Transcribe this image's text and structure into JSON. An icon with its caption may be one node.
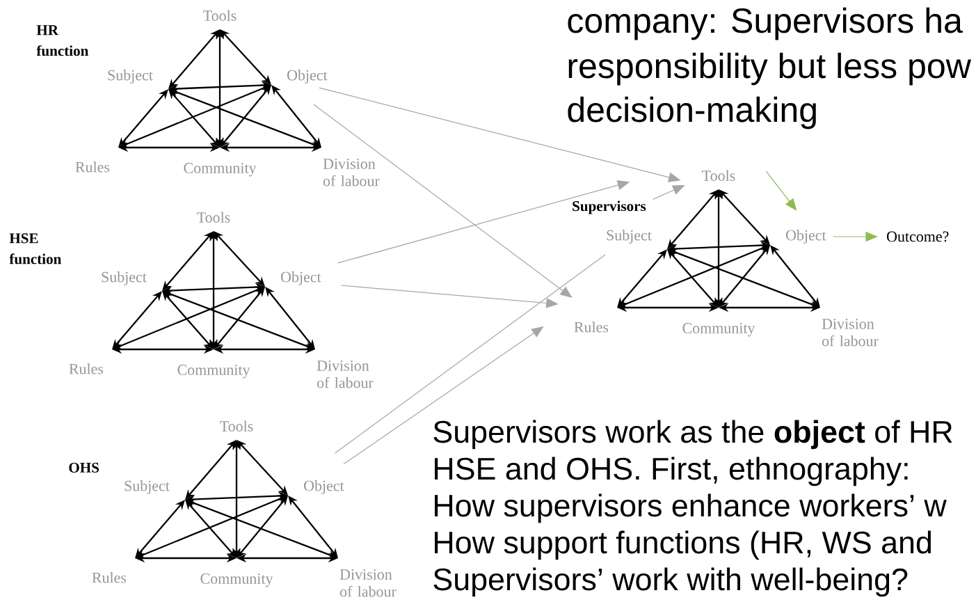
{
  "diagram": {
    "nodes": [
      {
        "text": [
          "Tools"
        ]
      },
      {
        "text": [
          "Subject"
        ]
      },
      {
        "text": [
          "Object"
        ]
      },
      {
        "text": [
          "Rules"
        ]
      },
      {
        "text": [
          "Community"
        ]
      },
      {
        "text": [
          "Division of labour"
        ]
      },
      {
        "text": [
          "Tools"
        ]
      },
      {
        "text": [
          "Subject"
        ]
      },
      {
        "text": [
          "Object"
        ]
      },
      {
        "text": [
          "Rules"
        ]
      },
      {
        "text": [
          "Community"
        ]
      },
      {
        "text": [
          "Division of labour"
        ]
      },
      {
        "text": [
          "Tools"
        ]
      },
      {
        "text": [
          "Subject"
        ]
      },
      {
        "text": [
          "Object"
        ]
      },
      {
        "text": [
          "Rules"
        ]
      },
      {
        "text": [
          "Community"
        ]
      },
      {
        "text": [
          "Division of labour"
        ]
      },
      {
        "text": [
          "Supervisors"
        ]
      },
      {
        "text": [
          "Tools"
        ]
      },
      {
        "text": [
          "Subject"
        ]
      },
      {
        "text": [
          "Object"
        ]
      },
      {
        "text": [
          "Rules"
        ]
      },
      {
        "text": [
          "Community"
        ]
      },
      {
        "text": [
          "Division of labour"
        ]
      },
      {
        "text": [
          "Outcome?"
        ]
      }
    ],
    "edges": [
      {
        "from": 0,
        "to": 1,
        "arrow": "both"
      },
      {
        "from": 0,
        "to": 2,
        "arrow": "both"
      },
      {
        "from": 0,
        "to": 4,
        "arrow": "both"
      },
      {
        "from": 1,
        "to": 2,
        "arrow": "both"
      },
      {
        "from": 1,
        "to": 3,
        "arrow": "both"
      },
      {
        "from": 1,
        "to": 4,
        "arrow": "both"
      },
      {
        "from": 1,
        "to": 5,
        "arrow": "both"
      },
      {
        "from": 2,
        "to": 3,
        "arrow": "both"
      },
      {
        "from": 2,
        "to": 4,
        "arrow": "both"
      },
      {
        "from": 2,
        "to": 5,
        "arrow": "both"
      },
      {
        "from": 3,
        "to": 4,
        "arrow": "both"
      },
      {
        "from": 4,
        "to": 5,
        "arrow": "both"
      },
      {
        "from": 6,
        "to": 7,
        "arrow": "both"
      },
      {
        "from": 6,
        "to": 8,
        "arrow": "both"
      },
      {
        "from": 6,
        "to": 10,
        "arrow": "both"
      },
      {
        "from": 7,
        "to": 8,
        "arrow": "both"
      },
      {
        "from": 7,
        "to": 9,
        "arrow": "both"
      },
      {
        "from": 7,
        "to": 10,
        "arrow": "both"
      },
      {
        "from": 7,
        "to": 11,
        "arrow": "both"
      },
      {
        "from": 8,
        "to": 9,
        "arrow": "both"
      },
      {
        "from": 8,
        "to": 10,
        "arrow": "both"
      },
      {
        "from": 8,
        "to": 11,
        "arrow": "both"
      },
      {
        "from": 9,
        "to": 10,
        "arrow": "both"
      },
      {
        "from": 10,
        "to": 11,
        "arrow": "both"
      },
      {
        "from": 12,
        "to": 13,
        "arrow": "both"
      },
      {
        "from": 12,
        "to": 14,
        "arrow": "both"
      },
      {
        "from": 12,
        "to": 16,
        "arrow": "both"
      },
      {
        "from": 13,
        "to": 14,
        "arrow": "both"
      },
      {
        "from": 13,
        "to": 15,
        "arrow": "both"
      },
      {
        "from": 13,
        "to": 16,
        "arrow": "both"
      },
      {
        "from": 13,
        "to": 17,
        "arrow": "both"
      },
      {
        "from": 14,
        "to": 15,
        "arrow": "both"
      },
      {
        "from": 14,
        "to": 16,
        "arrow": "both"
      },
      {
        "from": 14,
        "to": 17,
        "arrow": "both"
      },
      {
        "from": 15,
        "to": 16,
        "arrow": "both"
      },
      {
        "from": 16,
        "to": 17,
        "arrow": "both"
      },
      {
        "from": 19,
        "to": 20,
        "arrow": "both"
      },
      {
        "from": 19,
        "to": 21,
        "arrow": "both"
      },
      {
        "from": 19,
        "to": 23,
        "arrow": "both"
      },
      {
        "from": 20,
        "to": 21,
        "arrow": "both"
      },
      {
        "from": 20,
        "to": 22,
        "arrow": "both"
      },
      {
        "from": 20,
        "to": 23,
        "arrow": "both"
      },
      {
        "from": 20,
        "to": 24,
        "arrow": "both"
      },
      {
        "from": 21,
        "to": 22,
        "arrow": "both"
      },
      {
        "from": 21,
        "to": 23,
        "arrow": "both"
      },
      {
        "from": 21,
        "to": 24,
        "arrow": "both"
      },
      {
        "from": 22,
        "to": 23,
        "arrow": "both"
      },
      {
        "from": 23,
        "to": 24,
        "arrow": "both"
      },
      {
        "from": 2,
        "to": 19,
        "arrow": "to",
        "color": "#a6a6a6"
      },
      {
        "from": 2,
        "to": 22,
        "arrow": "to",
        "color": "#a6a6a6"
      },
      {
        "from": 8,
        "to": 18,
        "arrow": "to",
        "color": "#a6a6a6"
      },
      {
        "from": 8,
        "to": 22,
        "arrow": "to",
        "color": "#a6a6a6"
      },
      {
        "from": 14,
        "to": 20,
        "arrow": "none",
        "color": "#a6a6a6"
      },
      {
        "from": 14,
        "to": 22,
        "arrow": "to",
        "color": "#a6a6a6"
      },
      {
        "from": 18,
        "to": 19,
        "arrow": "to",
        "color": "#a6a6a6"
      },
      {
        "from": 19,
        "to": 21,
        "arrow": "to",
        "color": "#8fbc4e"
      },
      {
        "from": 21,
        "to": 25,
        "arrow": "to",
        "color": "#8fbc4e"
      }
    ],
    "labels": [
      "company: Supervisors ha",
      "responsibility but less pow",
      "decision-making",
      "HR function",
      "HSE function",
      "OHS",
      "Supervisors work as the **object** of HR",
      "HSE and OHS. First, ethnography:",
      "How supervisors enhance workers’ w",
      "How support functions (HR, WS and",
      "Supervisors’ work with well-being?"
    ]
  }
}
